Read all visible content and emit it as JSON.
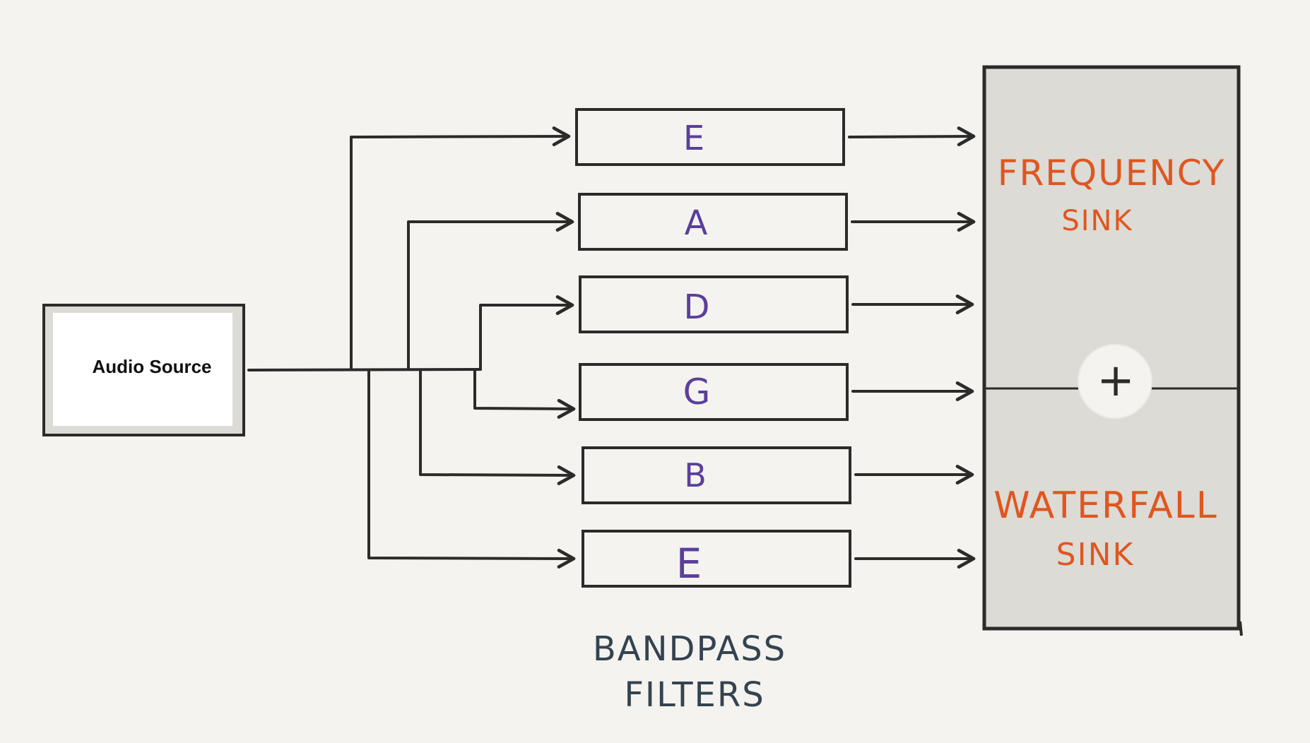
{
  "diagram": {
    "source": {
      "label": "Audio Source"
    },
    "filters": [
      {
        "label": "E"
      },
      {
        "label": "A"
      },
      {
        "label": "D"
      },
      {
        "label": "G"
      },
      {
        "label": "B"
      },
      {
        "label": "E"
      }
    ],
    "filters_caption": {
      "line1": "BANDPASS",
      "line2": "FILTERS"
    },
    "sinks": {
      "top": {
        "line1": "FREQUENCY",
        "line2": "SINK"
      },
      "bottom": {
        "line1": "WATERFALL",
        "line2": "SINK"
      },
      "combine_symbol": "+"
    },
    "colors": {
      "background": "#f4f3ef",
      "ink": "#2b2b2b",
      "filter_letter": "#5b3f9a",
      "sink_text": "#e0561f",
      "caption": "#34434f",
      "sink_fill": "#dcdbd6"
    }
  }
}
